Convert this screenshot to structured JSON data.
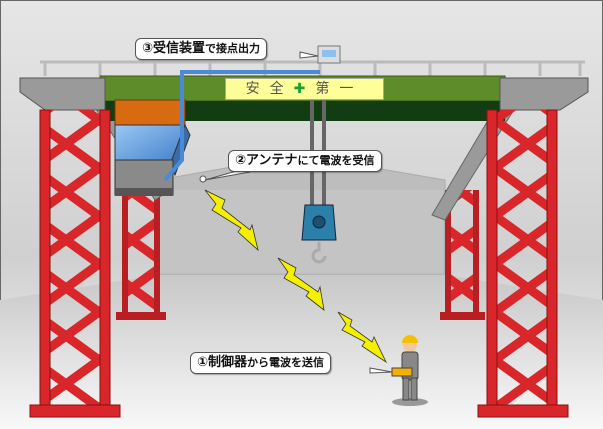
{
  "callouts": {
    "receiver": {
      "num": "③",
      "main": "受信装置",
      "rest": "で接点出力"
    },
    "antenna": {
      "num": "②",
      "main": "アンテナ",
      "rest": "にて電波を受信"
    },
    "controller": {
      "num": "①",
      "main": "制御器",
      "rest": "から電波を送信"
    }
  },
  "sign": {
    "left": "安全",
    "plus": "✚",
    "right": "第一"
  },
  "colors": {
    "girder": "#5e8c2a",
    "column": "#d8262a",
    "signal": "#f5f000",
    "cable": "#4a8ad8"
  }
}
